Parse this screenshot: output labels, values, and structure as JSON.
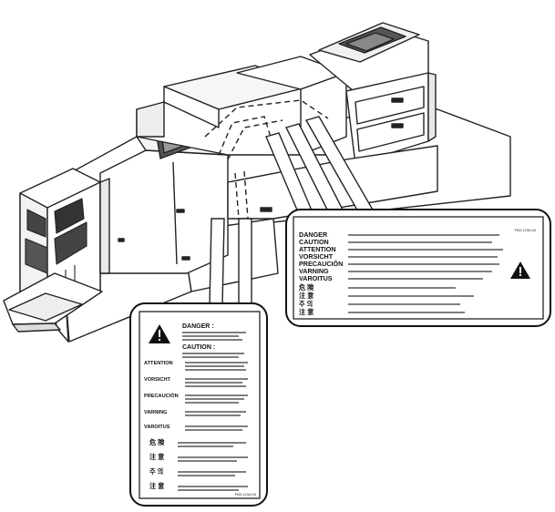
{
  "right_label": {
    "code_top": "FB0-1234-00",
    "headings": [
      "DANGER",
      "CAUTION",
      "ATTENTION",
      "VORSICHT",
      "PRECAUCIÓN",
      "VARNING",
      "VAROITUS"
    ],
    "cjk_headings": [
      "危 険",
      "注 意",
      "주 의",
      "注 意"
    ]
  },
  "left_label": {
    "code_bottom": "FB0-1234-00",
    "headings": [
      "DANGER :",
      "CAUTION :",
      "ATTENTION",
      "VORSICHT",
      "PRECAUCIÓN",
      "VARNING",
      "VAROITUS"
    ],
    "cjk_headings": [
      "危 険",
      "注 意",
      "주 의",
      "注 意"
    ]
  },
  "icons": {
    "warning_triangle": "warning-triangle-icon",
    "exclamation": "!"
  }
}
